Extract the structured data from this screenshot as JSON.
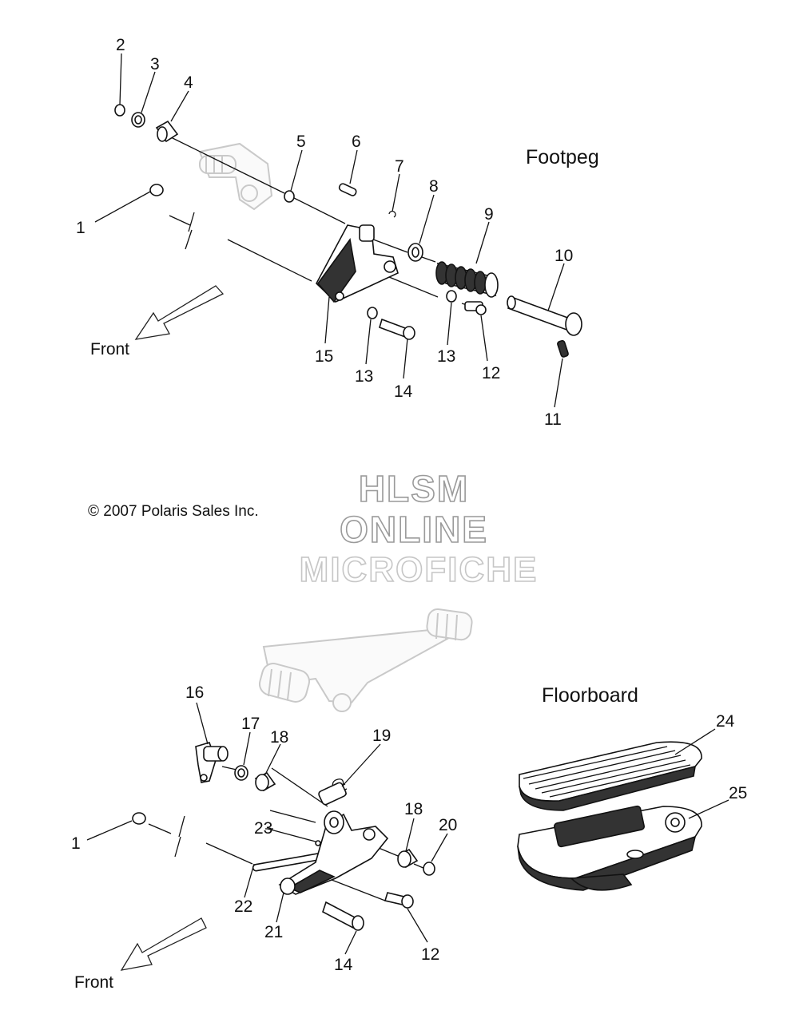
{
  "diagram": {
    "copyright": "© 2007 Polaris Sales Inc.",
    "watermark": [
      "HLSM",
      "ONLINE",
      "MICROFICHE"
    ],
    "footpeg": {
      "title": "Footpeg",
      "front_label": "Front",
      "callouts": [
        "2",
        "3",
        "4",
        "5",
        "6",
        "7",
        "8",
        "9",
        "10",
        "1",
        "15",
        "13",
        "14",
        "13",
        "12",
        "11"
      ]
    },
    "floorboard": {
      "title": "Floorboard",
      "front_label": "Front",
      "callouts": [
        "16",
        "17",
        "18",
        "19",
        "24",
        "25",
        "23",
        "18",
        "20",
        "1",
        "22",
        "21",
        "12",
        "14"
      ]
    }
  }
}
